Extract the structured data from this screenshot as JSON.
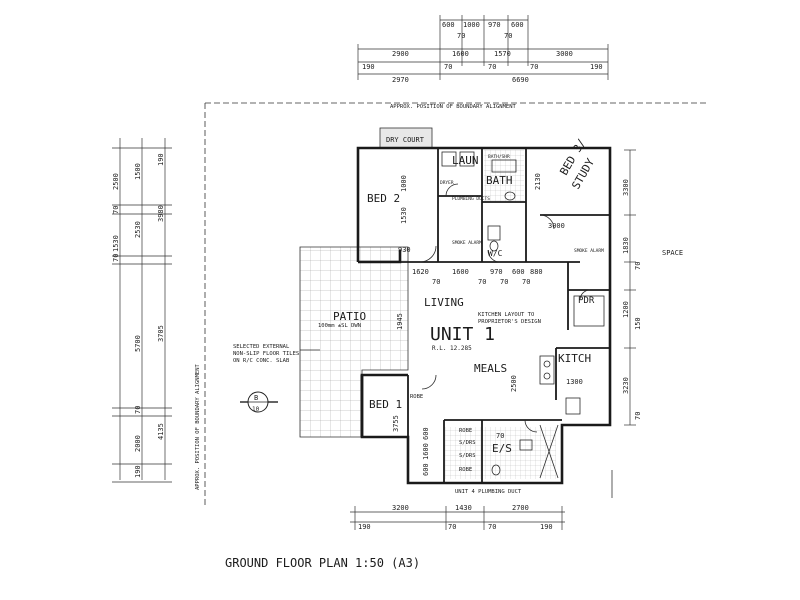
{
  "drawing": {
    "title": "GROUND FLOOR PLAN 1:50 (A3)",
    "boundary_top": "APPROX. POSITION OF BOUNDARY ALIGNMENT",
    "boundary_left": "APPROX. POSITION OF BOUNDARY ALIGNMENT",
    "space_label": "SPACE",
    "unit_label": "UNIT 1",
    "rl_label": "R.L. 12.285",
    "kitchen_note_1": "KITCHEN LAYOUT TO",
    "kitchen_note_2": "PROPRIETOR'S DESIGN",
    "patio_note_1": "SELECTED EXTERNAL",
    "patio_note_2": "NON-SLIP FLOOR TILES",
    "patio_note_3": "ON R/C CONC. SLAB",
    "patio_slab": "100mm ±SL DWN",
    "plumbing_duct": "UNIT 4 PLUMBING DUCT",
    "section_mark_top": "B",
    "section_mark_bottom": "10"
  },
  "rooms": {
    "bed2": "BED 2",
    "bed1": "BED 1",
    "bed3_line1": "BED 3/",
    "bed3_line2": "STUDY",
    "living": "LIVING",
    "meals": "MEALS",
    "kitchen": "KITCH",
    "laundry": "LAUN",
    "bath": "BATH",
    "wc": "W/C",
    "ens": "E/S",
    "patio": "PATIO",
    "dry_court": "DRY COURT",
    "pdr": "PDR",
    "robe1": "ROBE",
    "robe2": "ROBE",
    "robe3": "ROBE",
    "sdrs1": "S/DRS",
    "sdrs2": "S/DRS"
  },
  "dims_top": {
    "row1": [
      "600",
      "1000",
      "970",
      "600"
    ],
    "row1b": [
      "70",
      "70"
    ],
    "row2": [
      "2900",
      "1600",
      "1570",
      "3000"
    ],
    "row3": [
      "190",
      "70",
      "70",
      "70",
      "190"
    ],
    "row4": [
      "2970",
      "6690"
    ]
  },
  "dims_bottom": {
    "row1": [
      "3200",
      "1430",
      "2700"
    ],
    "row2": [
      "190",
      "70",
      "70",
      "190"
    ]
  },
  "dims_left": {
    "outer": [
      "2500",
      "70",
      "1530",
      "70",
      "5700",
      "70",
      "2000",
      "190"
    ],
    "inner": [
      "1500",
      "190",
      "3980",
      "2530",
      "3705",
      "4135"
    ]
  },
  "dims_right": [
    "3300",
    "1830",
    "70",
    "1200",
    "150",
    "3230",
    "70"
  ],
  "dims_internal": {
    "bed2_w": "1000",
    "bed2_d": "1530",
    "bed2_b": "930",
    "living_row": [
      "1620",
      "1600",
      "970",
      "600",
      "880"
    ],
    "living_sub": [
      "70",
      "70",
      "70",
      "70"
    ],
    "living_side": "1945",
    "meals_v": "2500",
    "kitchen_w": "1300",
    "bed3_v": "2130",
    "bed3_h": "3000",
    "bed1_v": "3755",
    "robe_row": [
      "600",
      "1600",
      "600"
    ],
    "ens_w": "70"
  },
  "legend_small": {
    "smoke_alarm": "SMOKE ALARM",
    "plumbing": "PLUMBING DUCTS",
    "bath_shr": "BATH/SHR",
    "dryer": "DRYER"
  }
}
